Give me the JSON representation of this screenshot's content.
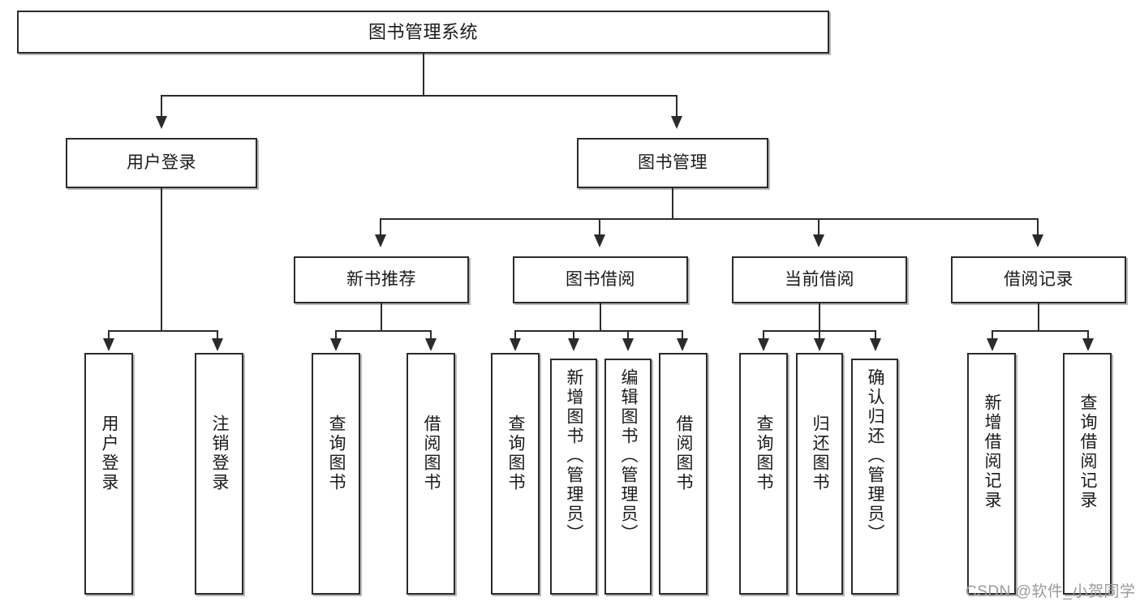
{
  "diagram": {
    "type": "tree-hierarchy",
    "title": "图书管理系统",
    "watermark": "CSDN @软件_小贺同学",
    "colors": {
      "box_border": "#2b2b2b",
      "box_fill": "#ffffff",
      "connector": "#2b2b2b",
      "text": "#1a1a1a",
      "watermark": "#9a9a9a",
      "shadow": "#aaaaaa"
    },
    "root": {
      "label": "图书管理系统"
    },
    "level2": [
      {
        "label": "用户登录"
      },
      {
        "label": "图书管理"
      }
    ],
    "level3": [
      {
        "label": "新书推荐"
      },
      {
        "label": "图书借阅"
      },
      {
        "label": "当前借阅"
      },
      {
        "label": "借阅记录"
      }
    ],
    "leaves": {
      "user_login": [
        {
          "label": "用户登录"
        },
        {
          "label": "注销登录"
        }
      ],
      "new_book_recommend": [
        {
          "label": "查询图书"
        },
        {
          "label": "借阅图书"
        }
      ],
      "book_borrow": [
        {
          "label": "查询图书"
        },
        {
          "label": "新增图书（管理员）"
        },
        {
          "label": "编辑图书（管理员）"
        },
        {
          "label": "借阅图书"
        }
      ],
      "current_borrow": [
        {
          "label": "查询图书"
        },
        {
          "label": "归还图书"
        },
        {
          "label": "确认归还（管理员）"
        }
      ],
      "borrow_record": [
        {
          "label": "新增借阅记录"
        },
        {
          "label": "查询借阅记录"
        }
      ]
    }
  }
}
